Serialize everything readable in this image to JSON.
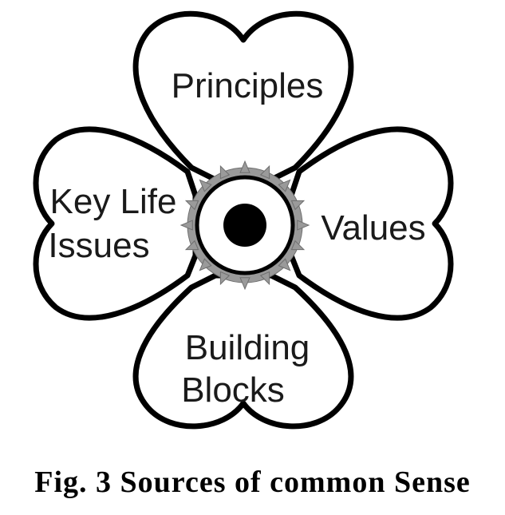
{
  "petals": {
    "top": {
      "label": "Principles"
    },
    "right": {
      "label": "Values"
    },
    "bottom": {
      "lines": [
        "Building",
        "Blocks"
      ]
    },
    "left": {
      "lines": [
        "Key Life",
        "Issues"
      ]
    }
  },
  "center": {
    "icon": "gear-with-dot-icon"
  },
  "caption": "Fig. 3  Sources of common Sense",
  "colors": {
    "stroke": "#000000",
    "gear": "#9a9a9a",
    "text": "#1a1a1a"
  }
}
